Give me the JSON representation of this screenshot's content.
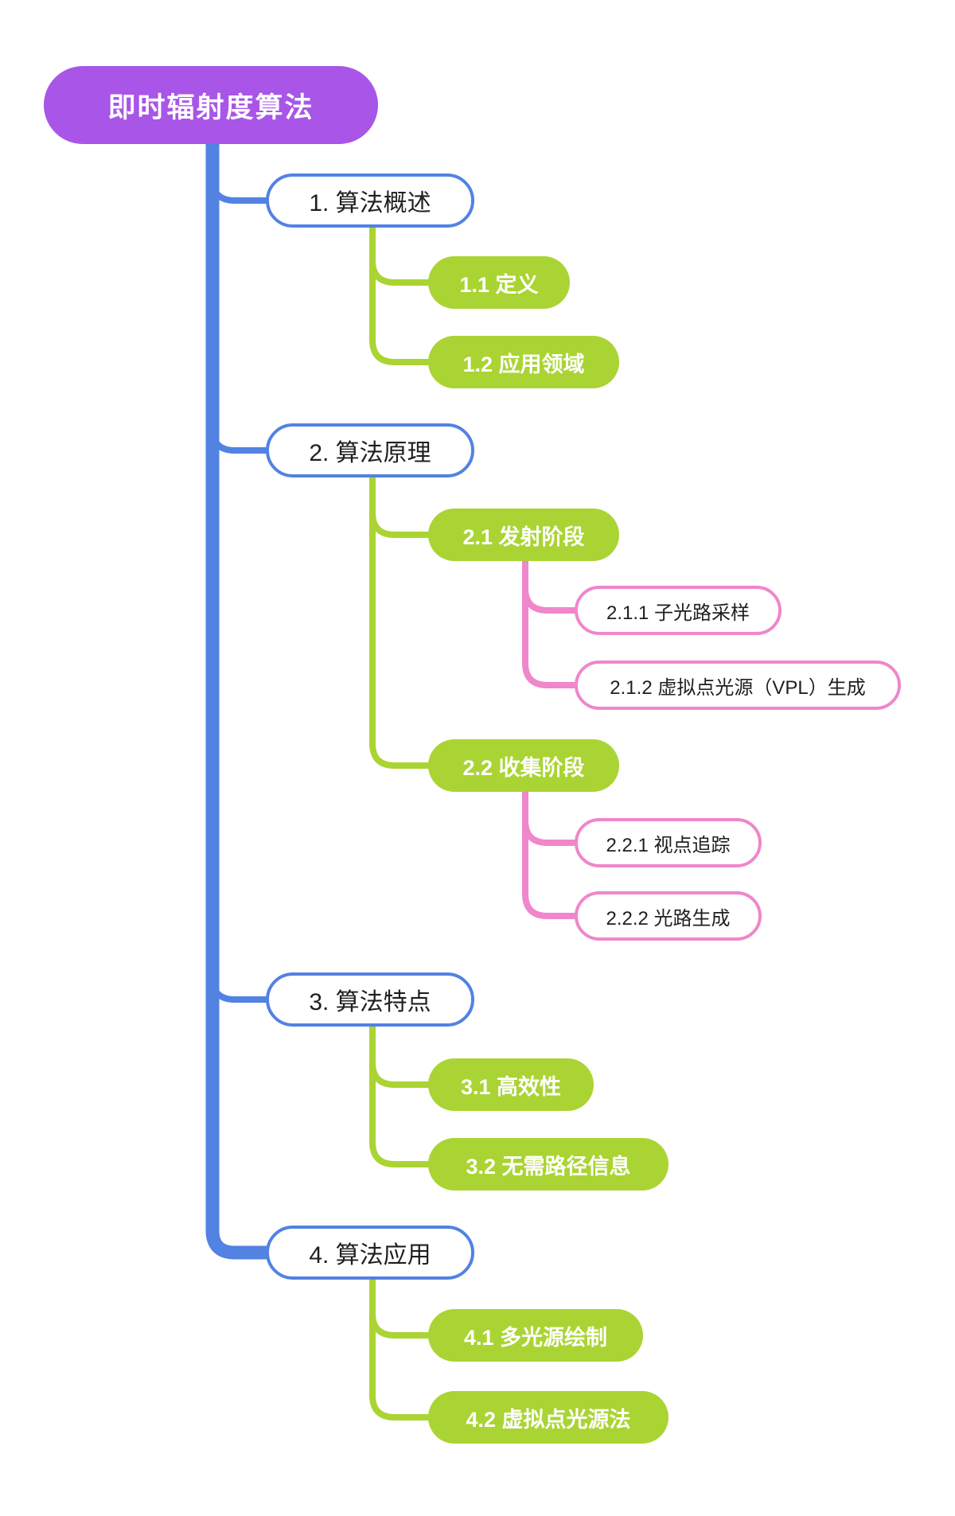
{
  "diagram": {
    "kind": "mindmap",
    "root_label": "即时辐射度算法"
  },
  "colors": {
    "background": "#ffffff",
    "root_fill": "#a855e8",
    "root_text": "#ffffff",
    "trunk_blue": "#5282e2",
    "level1_border": "#5282e2",
    "level1_text": "#1f1f1f",
    "level2_fill": "#aad433",
    "level2_text": "#ffffff",
    "level3_border": "#f086cb",
    "level3_text": "#1f1f1f"
  },
  "nodes": [
    {
      "id": "root",
      "parent": null,
      "kind": "root",
      "label": "即时辐射度算法"
    },
    {
      "id": "1",
      "parent": "root",
      "kind": "level1",
      "label": "1. 算法概述"
    },
    {
      "id": "1.1",
      "parent": "1",
      "kind": "level2",
      "label": "1.1 定义"
    },
    {
      "id": "1.2",
      "parent": "1",
      "kind": "level2",
      "label": "1.2 应用领域"
    },
    {
      "id": "2",
      "parent": "root",
      "kind": "level1",
      "label": "2. 算法原理"
    },
    {
      "id": "2.1",
      "parent": "2",
      "kind": "level2",
      "label": "2.1 发射阶段"
    },
    {
      "id": "2.1.1",
      "parent": "2.1",
      "kind": "level3",
      "label": "2.1.1 子光路采样"
    },
    {
      "id": "2.1.2",
      "parent": "2.1",
      "kind": "level3",
      "label": "2.1.2 虚拟点光源（VPL）生成"
    },
    {
      "id": "2.2",
      "parent": "2",
      "kind": "level2",
      "label": "2.2 收集阶段"
    },
    {
      "id": "2.2.1",
      "parent": "2.2",
      "kind": "level3",
      "label": "2.2.1 视点追踪"
    },
    {
      "id": "2.2.2",
      "parent": "2.2",
      "kind": "level3",
      "label": "2.2.2 光路生成"
    },
    {
      "id": "3",
      "parent": "root",
      "kind": "level1",
      "label": "3. 算法特点"
    },
    {
      "id": "3.1",
      "parent": "3",
      "kind": "level2",
      "label": "3.1 高效性"
    },
    {
      "id": "3.2",
      "parent": "3",
      "kind": "level2",
      "label": "3.2 无需路径信息"
    },
    {
      "id": "4",
      "parent": "root",
      "kind": "level1",
      "label": "4. 算法应用"
    },
    {
      "id": "4.1",
      "parent": "4",
      "kind": "level2",
      "label": "4.1 多光源绘制"
    },
    {
      "id": "4.2",
      "parent": "4",
      "kind": "level2",
      "label": "4.2 虚拟点光源法"
    }
  ]
}
